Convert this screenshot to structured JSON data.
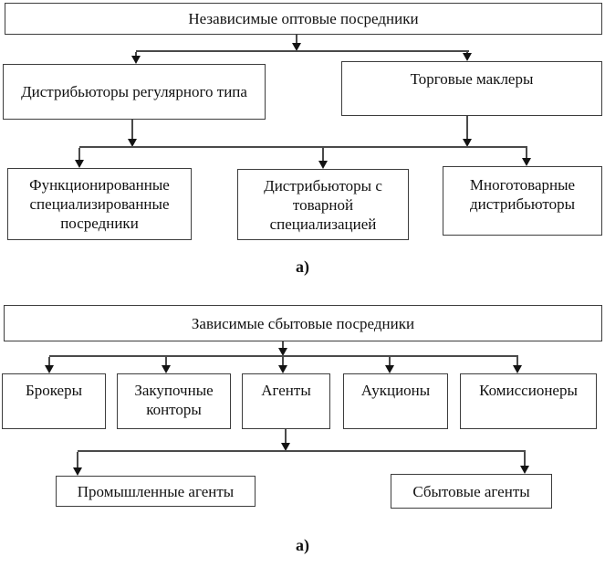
{
  "fig_top": {
    "root": "Независимые оптовые посредники",
    "level2": [
      "Дистрибьюторы регулярного типа",
      "Торговые маклеры"
    ],
    "level3": [
      "Функционированные специализированные посредники",
      "Дистрибьюторы с товарной специализацией",
      "Многотоварные дистрибьюторы"
    ],
    "caption": "а)"
  },
  "fig_bottom": {
    "root": "Зависимые сбытовые посредники",
    "level2": [
      "Брокеры",
      "Закупочные конторы",
      "Агенты",
      "Аукционы",
      "Комиссионеры"
    ],
    "level3": [
      "Промышленные агенты",
      "Сбытовые агенты"
    ],
    "caption": "а)"
  },
  "colors": {
    "box_border": "#3d3d3d",
    "connector_line": "#4a4a4a",
    "arrowhead": "#131313",
    "text": "#111111",
    "background": "#ffffff"
  }
}
